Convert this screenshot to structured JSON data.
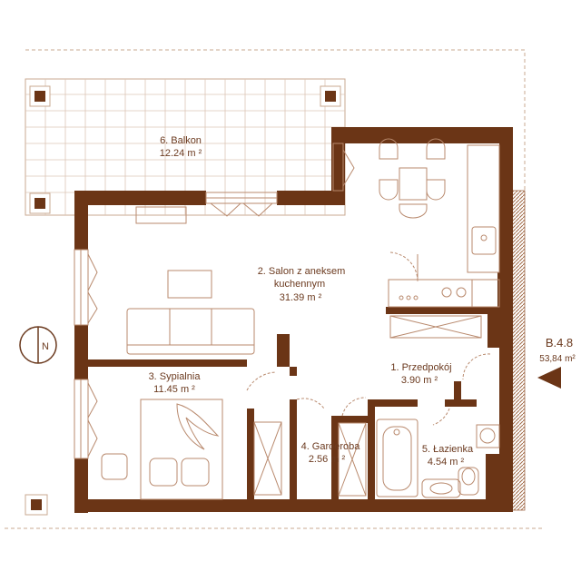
{
  "unit": {
    "code": "B.4.8",
    "area": "53,84 m²"
  },
  "compass": {
    "letter": "N"
  },
  "rooms": [
    {
      "num": "1. Przedpokój",
      "area": "3.90 m ²"
    },
    {
      "num": "2. Salon z aneksem",
      "line2": "kuchennym",
      "area": "31.39 m ²"
    },
    {
      "num": "3. Sypialnia",
      "area": "11.45 m ²"
    },
    {
      "num": "4. Garderoba",
      "area": "2.56 m ²"
    },
    {
      "num": "5. Łazienka",
      "area": "4.54 m ²"
    },
    {
      "num": "6. Balkon",
      "area": "12.24 m ²"
    }
  ],
  "colors": {
    "wall": "#6b3516",
    "line": "#b98a6e",
    "text": "#6b3a1f"
  }
}
